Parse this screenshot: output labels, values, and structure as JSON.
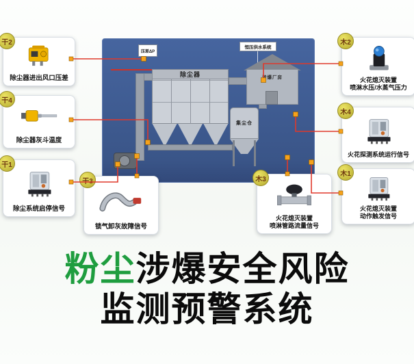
{
  "title": {
    "highlight": "粉尘",
    "line1_rest": "涉爆安全风险",
    "line2": "监测预警系统"
  },
  "diagram": {
    "water_system_label": "恒压供水系统",
    "pressure_tap_label": "压差ΔP",
    "dust_collector_label": "除尘器",
    "workshop_label": "涉爆厂房",
    "dust_bin_label": "集尘仓"
  },
  "callouts": [
    {
      "badge": "干2",
      "line1": "除尘器进出风口压差",
      "device": "differential-pressure-transmitter"
    },
    {
      "badge": "干4",
      "line1": "除尘器灰斗温度",
      "device": "temperature-sensor"
    },
    {
      "badge": "干1",
      "line1": "除尘系统启停信号",
      "device": "relay"
    },
    {
      "badge": "干3",
      "line1": "锁气卸灰故障信号",
      "device": "flexible-conduit-sensor"
    },
    {
      "badge": "木2",
      "line1": "火花熄灭装置",
      "line2": "喷淋水压/水蒸气压力",
      "device": "spark-detector"
    },
    {
      "badge": "木4",
      "line1": "火花探测系统运行信号",
      "device": "relay"
    },
    {
      "badge": "木1",
      "line1": "火花熄灭装置",
      "line2": "动作触发信号",
      "device": "relay"
    },
    {
      "badge": "木3",
      "line1": "火花熄灭装置",
      "line2": "喷淋管路流量信号",
      "device": "flow-meter"
    }
  ],
  "colors": {
    "title_green": "#1f9d3f",
    "title_black": "#0b0b0b",
    "panel_blue": "#3d5a94",
    "connector_line_red": "#e0392b",
    "connector_node_orange": "#f6a21b",
    "badge_yellow": "#c6bd45"
  }
}
